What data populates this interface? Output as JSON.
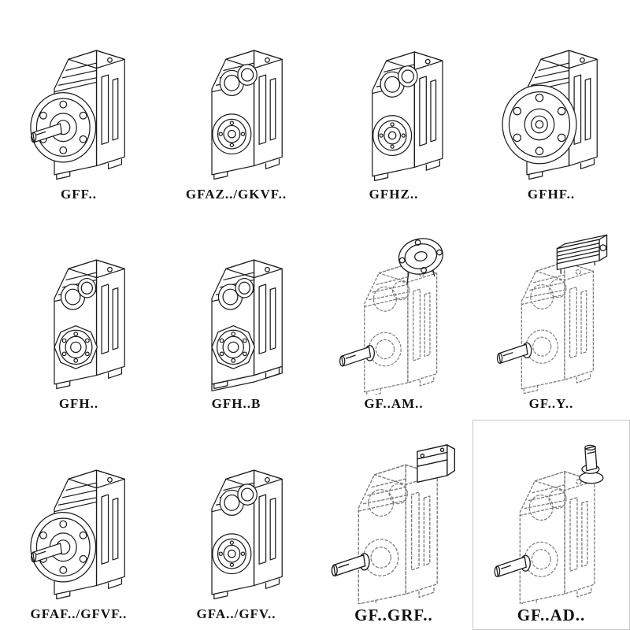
{
  "page": {
    "background": "#ffffff",
    "line_color": "#1a1a1a",
    "dashed_line_color": "#7a7a7a"
  },
  "grid": {
    "columns": 4,
    "rows": 3,
    "items": [
      {
        "label": "GFF..",
        "symbol": "#v-flange-shaft",
        "alt": "parallel-shaft-gear-unit-flange-with-solid-shaft",
        "line_style": "solid"
      },
      {
        "label": "GFAZ../GKVF..",
        "symbol": "#v-two-bore-hub",
        "alt": "parallel-shaft-gear-unit-shaft-mounted",
        "line_style": "solid"
      },
      {
        "label": "GFHZ..",
        "symbol": "#v-two-bore-hub-left",
        "alt": "parallel-shaft-gear-unit-hollow-shaft",
        "line_style": "solid"
      },
      {
        "label": "GFHF..",
        "symbol": "#v-flange-large",
        "alt": "parallel-shaft-gear-unit-large-flange",
        "line_style": "solid"
      },
      {
        "label": "GFH..",
        "symbol": "#v-hollow-hub",
        "alt": "parallel-shaft-gear-unit-hollow-shaft-hub",
        "line_style": "solid"
      },
      {
        "label": "GFH..B",
        "symbol": "#v-hollow-hub-base",
        "alt": "parallel-shaft-gear-unit-hollow-shaft-with-base",
        "line_style": "solid"
      },
      {
        "label": "GF..AM..",
        "symbol": "#v-dashed-flange-top",
        "alt": "gear-unit-with-input-adapter-flange",
        "line_style": "dashed"
      },
      {
        "label": "GF..Y..",
        "symbol": "#v-dashed-motor",
        "alt": "gear-unit-with-mounted-motor",
        "line_style": "dashed"
      },
      {
        "label": "GFAF../GFVF..",
        "symbol": "#v-flange-shaft",
        "alt": "parallel-shaft-gear-unit-flange-with-solid-shaft",
        "line_style": "solid"
      },
      {
        "label": "GFA../GFV..",
        "symbol": "#v-two-bore-hub",
        "alt": "parallel-shaft-gear-unit-foot-mounted",
        "line_style": "solid"
      },
      {
        "label": "GF..GRF..",
        "symbol": "#v-dashed-adapter",
        "alt": "gear-unit-with-adapter-housing",
        "line_style": "dashed"
      },
      {
        "label": "GF..AD..",
        "symbol": "#v-dashed-shaft-up",
        "alt": "gear-unit-with-vertical-input-shaft",
        "line_style": "dashed"
      }
    ]
  }
}
